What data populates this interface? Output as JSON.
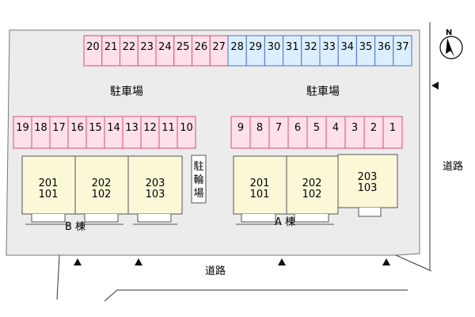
{
  "parking_rows": {
    "top_left": [
      "20",
      "21",
      "22",
      "23",
      "24",
      "25",
      "26",
      "27"
    ],
    "top_right": [
      "28",
      "29",
      "30",
      "31",
      "32",
      "33",
      "34",
      "35",
      "36",
      "37"
    ],
    "mid_left": [
      "19",
      "18",
      "17",
      "16",
      "15",
      "14",
      "13",
      "12",
      "11",
      "10"
    ],
    "mid_right": [
      "9",
      "8",
      "7",
      "6",
      "5",
      "4",
      "3",
      "2",
      "1"
    ]
  },
  "labels": {
    "parking_left": "駐車場",
    "parking_right": "駐車場",
    "bike_parking": [
      "駐",
      "輪",
      "場"
    ],
    "building_b": "B 棟",
    "building_a": "A 棟",
    "road_bottom": "道路",
    "road_right": "道路",
    "north": "N"
  },
  "units": {
    "b": [
      [
        "201",
        "101"
      ],
      [
        "202",
        "102"
      ],
      [
        "203",
        "103"
      ]
    ],
    "a": [
      [
        "201",
        "101"
      ],
      [
        "202",
        "102"
      ],
      [
        "203",
        "103"
      ]
    ]
  },
  "colors": {
    "lot_fill": "#ececec",
    "pink_fill": "#fde0ea",
    "pink_stroke": "#d9506f",
    "blue_fill": "#dcefff",
    "blue_stroke": "#4a6fd0",
    "building_fill": "#fbf8d8"
  },
  "icons": {
    "entrance_markers": "triangle-up-icon",
    "side_marker": "triangle-left-icon",
    "compass": "north-compass-icon"
  }
}
